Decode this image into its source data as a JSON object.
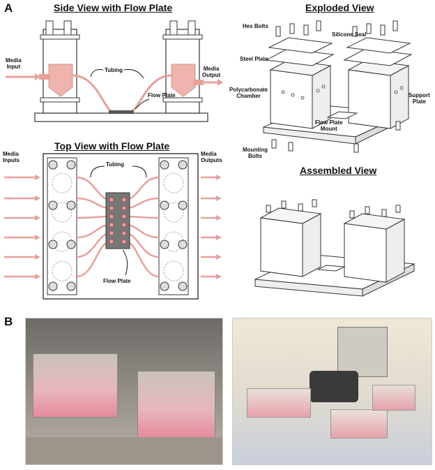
{
  "panels": {
    "a_letter": "A",
    "b_letter": "B"
  },
  "side_view": {
    "title": "Side View with Flow Plate",
    "media_input": "Media\nInput",
    "media_output": "Media\nOutput",
    "tubing": "Tubing",
    "flow_plate": "Flow Plate"
  },
  "top_view": {
    "title": "Top View with Flow Plate",
    "media_inputs": "Media\nInputs",
    "media_outputs": "Media\nOutputs",
    "tubing": "Tubing",
    "flow_plate": "Flow Plate"
  },
  "exploded_view": {
    "title": "Exploded View",
    "hex_bolts": "Hex Bolts",
    "silicone_seal": "Silicone Seal",
    "steel_plate": "Steel Plate",
    "polycarbonate_chamber": "Polycarbonate\nChamber",
    "support_plate": "Support\nPlate",
    "flow_plate_mount": "Flow Plate\nMount",
    "mounting_bolts": "Mounting\nBolts"
  },
  "assembled_view": {
    "title": "Assembled View"
  },
  "colors": {
    "accent": "#e8a09a",
    "fluid": "#f0b4ae",
    "outline": "#333333"
  }
}
